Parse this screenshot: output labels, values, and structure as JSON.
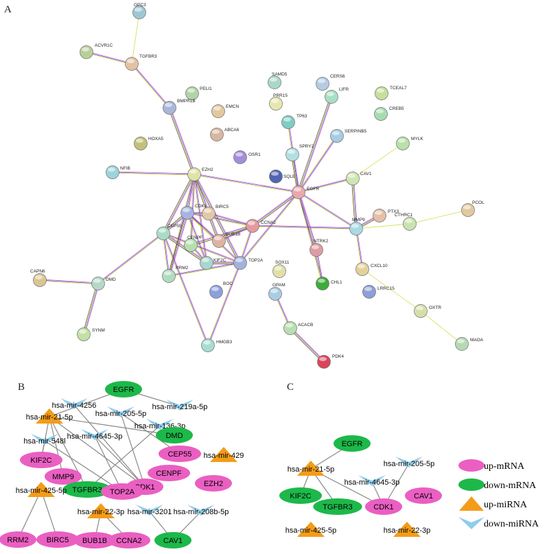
{
  "panels": {
    "a": "A",
    "b": "B",
    "c": "C"
  },
  "colors": {
    "up_mrna": "#ea5fc2",
    "down_mrna": "#1db84a",
    "up_mirna": "#f39c19",
    "down_mirna": "#8fcdec",
    "edge": "#888888"
  },
  "panel_a": {
    "nodes": [
      {
        "id": "GPC3",
        "label": "GPC3",
        "color": "#9fc7d3"
      },
      {
        "id": "ACVR1C",
        "label": "ACVR1C",
        "color": "#b9cf9b"
      },
      {
        "id": "TGFBR3",
        "label": "TGFBR3",
        "color": "#e3c2a4"
      },
      {
        "id": "PELI1",
        "label": "PELI1",
        "color": "#b2d3a8"
      },
      {
        "id": "BMPR1B",
        "label": "BMPR1B",
        "color": "#a8b7d9"
      },
      {
        "id": "EMCN",
        "label": "EMCN",
        "color": "#e2c8a0"
      },
      {
        "id": "ABCA6",
        "label": "ABCA6",
        "color": "#d8b7a0"
      },
      {
        "id": "HOXA5",
        "label": "HOXA5",
        "color": "#c4c07a"
      },
      {
        "id": "OSR1",
        "label": "OSR1",
        "color": "#a58ed9"
      },
      {
        "id": "NFIB",
        "label": "NFIB",
        "color": "#9ed3dc"
      },
      {
        "id": "EZH2",
        "label": "EZH2",
        "color": "#dfe3a6"
      },
      {
        "id": "SAMD5",
        "label": "SAMD5",
        "color": "#a9d8c8"
      },
      {
        "id": "PRR15",
        "label": "PRR15",
        "color": "#e8e6b0"
      },
      {
        "id": "CERS6",
        "label": "CERS6",
        "color": "#b4cce3"
      },
      {
        "id": "LIFR",
        "label": "LIFR",
        "color": "#a8dfc4"
      },
      {
        "id": "TCEAL7",
        "label": "TCEAL7",
        "color": "#c6df9a"
      },
      {
        "id": "CREB5",
        "label": "CREB5",
        "color": "#a8dcb0"
      },
      {
        "id": "TP63",
        "label": "TP63",
        "color": "#7fcdc4"
      },
      {
        "id": "SERPINB5",
        "label": "SERPINB5",
        "color": "#a7cce3"
      },
      {
        "id": "MYLK",
        "label": "MYLK",
        "color": "#b8e0a8"
      },
      {
        "id": "SPRY2",
        "label": "SPRY2",
        "color": "#b2dfe3"
      },
      {
        "id": "SQLE",
        "label": "SQLE",
        "color": "#5264b4"
      },
      {
        "id": "EGFR",
        "label": "EGFR",
        "color": "#e8a8b0"
      },
      {
        "id": "CAV1",
        "label": "CAV1",
        "color": "#cfe6b3"
      },
      {
        "id": "CDK1",
        "label": "CDK1",
        "color": "#a7b4e0"
      },
      {
        "id": "BIRC5",
        "label": "BIRC5",
        "color": "#e3c8a8"
      },
      {
        "id": "CCNA2",
        "label": "CCNA2",
        "color": "#e5999e"
      },
      {
        "id": "CEP55",
        "label": "CEP55",
        "color": "#a8dcc4"
      },
      {
        "id": "CENPF",
        "label": "CENPF",
        "color": "#b6dfb0"
      },
      {
        "id": "BUB1B",
        "label": "BUB1B",
        "color": "#dfb3a3"
      },
      {
        "id": "KIF2C",
        "label": "KIF2C",
        "color": "#a9d6cf"
      },
      {
        "id": "TOP2A",
        "label": "TOP2A",
        "color": "#a3b1dd"
      },
      {
        "id": "RRM2",
        "label": "RRM2",
        "color": "#b1dcbf"
      },
      {
        "id": "PTX3",
        "label": "PTX3",
        "color": "#e3c0a6"
      },
      {
        "id": "PCOL",
        "label": "PCOL",
        "color": "#e3c89f"
      },
      {
        "id": "CTHRC1",
        "label": "CTHRC1",
        "color": "#c8e3b0"
      },
      {
        "id": "MMP9",
        "label": "MMP9",
        "color": "#a9d9e3"
      },
      {
        "id": "NTRK2",
        "label": "NTRK2",
        "color": "#df9ca3"
      },
      {
        "id": "SOX11",
        "label": "SOX11",
        "color": "#e2e0a8"
      },
      {
        "id": "CHL1",
        "label": "CHL1",
        "color": "#3faa3c"
      },
      {
        "id": "CXCL10",
        "label": "CXCL10",
        "color": "#e3d19c"
      },
      {
        "id": "LRRC15",
        "label": "LRRC15",
        "color": "#8d9fd8"
      },
      {
        "id": "CAPN6",
        "label": "CAPN6",
        "color": "#d9c692"
      },
      {
        "id": "DMD",
        "label": "DMD",
        "color": "#b6d8c6"
      },
      {
        "id": "BOC",
        "label": "BOC",
        "color": "#8ea0db"
      },
      {
        "id": "GPAM",
        "label": "GPAM",
        "color": "#a9cde3"
      },
      {
        "id": "ACACB",
        "label": "ACACB",
        "color": "#b7dfb0"
      },
      {
        "id": "OXTR",
        "label": "OXTR",
        "color": "#d5e0a8"
      },
      {
        "id": "SYNM",
        "label": "SYNM",
        "color": "#c3e0a6"
      },
      {
        "id": "HMGB3",
        "label": "HMGB3",
        "color": "#a9dcd0"
      },
      {
        "id": "MAOA",
        "label": "MAOA",
        "color": "#b6d9b3"
      },
      {
        "id": "PDK4",
        "label": "PDK4",
        "color": "#d9465a"
      }
    ],
    "edges": [
      [
        "GPC3",
        "TGFBR3"
      ],
      [
        "ACVR1C",
        "TGFBR3"
      ],
      [
        "TGFBR3",
        "BMPR1B"
      ],
      [
        "BMPR1B",
        "EZH2"
      ],
      [
        "NFIB",
        "EZH2"
      ],
      [
        "EZH2",
        "CDK1"
      ],
      [
        "EZH2",
        "CEP55"
      ],
      [
        "EZH2",
        "KIF2C"
      ],
      [
        "EZH2",
        "RRM2"
      ],
      [
        "EZH2",
        "BIRC5"
      ],
      [
        "EZH2",
        "CENPF"
      ],
      [
        "EZH2",
        "EGFR"
      ],
      [
        "EZH2",
        "TOP2A"
      ],
      [
        "CDK1",
        "BIRC5"
      ],
      [
        "CDK1",
        "CCNA2"
      ],
      [
        "CDK1",
        "CEP55"
      ],
      [
        "CDK1",
        "KIF2C"
      ],
      [
        "CDK1",
        "TOP2A"
      ],
      [
        "CDK1",
        "RRM2"
      ],
      [
        "CDK1",
        "BUB1B"
      ],
      [
        "BIRC5",
        "CCNA2"
      ],
      [
        "BIRC5",
        "BUB1B"
      ],
      [
        "CCNA2",
        "TOP2A"
      ],
      [
        "CCNA2",
        "BUB1B"
      ],
      [
        "CEP55",
        "KIF2C"
      ],
      [
        "CEP55",
        "RRM2"
      ],
      [
        "CENPF",
        "KIF2C"
      ],
      [
        "KIF2C",
        "TOP2A"
      ],
      [
        "RRM2",
        "TOP2A"
      ],
      [
        "CEP55",
        "TOP2A"
      ],
      [
        "CENPF",
        "CCNA2"
      ],
      [
        "CEP55",
        "HMGB3"
      ],
      [
        "TOP2A",
        "HMGB3"
      ],
      [
        "CCNA2",
        "EGFR"
      ],
      [
        "TOP2A",
        "EGFR"
      ],
      [
        "CCNA2",
        "MMP9"
      ],
      [
        "LIFR",
        "EGFR"
      ],
      [
        "TP63",
        "EGFR"
      ],
      [
        "SERPINB5",
        "EGFR"
      ],
      [
        "SPRY2",
        "EGFR"
      ],
      [
        "EGFR",
        "CAV1"
      ],
      [
        "EGFR",
        "MMP9"
      ],
      [
        "EGFR",
        "NTRK2"
      ],
      [
        "EGFR",
        "CHL1"
      ],
      [
        "CAV1",
        "MYLK"
      ],
      [
        "CAV1",
        "MMP9"
      ],
      [
        "MMP9",
        "CTHRC1"
      ],
      [
        "CTHRC1",
        "PCOL"
      ],
      [
        "MMP9",
        "PTX3"
      ],
      [
        "MMP9",
        "CXCL10"
      ],
      [
        "CXCL10",
        "OXTR"
      ],
      [
        "OXTR",
        "MAOA"
      ],
      [
        "NTRK2",
        "CHL1"
      ],
      [
        "CAPN6",
        "DMD"
      ],
      [
        "DMD",
        "SYNM"
      ],
      [
        "DMD",
        "CEP55"
      ],
      [
        "GPAM",
        "ACACB"
      ],
      [
        "ACACB",
        "PDK4"
      ]
    ]
  },
  "panel_b": {
    "nodes": [
      {
        "id": "EGFR",
        "label": "EGFR",
        "type": "down_mrna"
      },
      {
        "id": "mir4256",
        "label": "hsa-mir-4256",
        "type": "down_mirna"
      },
      {
        "id": "mir219a",
        "label": "hsa-mir-219a-5p",
        "type": "down_mirna"
      },
      {
        "id": "mir21",
        "label": "hsa-mir-21-5p",
        "type": "up_mirna"
      },
      {
        "id": "mir205",
        "label": "hsa-mir-205-5p",
        "type": "down_mirna"
      },
      {
        "id": "mir136",
        "label": "hsa-mir-136-3p",
        "type": "down_mirna"
      },
      {
        "id": "DMD",
        "label": "DMD",
        "type": "down_mrna"
      },
      {
        "id": "mir548",
        "label": "hsa-mir-548l",
        "type": "down_mirna"
      },
      {
        "id": "mir4645",
        "label": "hsa-mir-4645-3p",
        "type": "down_mirna"
      },
      {
        "id": "CEP55",
        "label": "CEP55",
        "type": "up_mrna"
      },
      {
        "id": "mir429",
        "label": "hsa-mir-429",
        "type": "up_mirna"
      },
      {
        "id": "KIF2C",
        "label": "KIF2C",
        "type": "up_mrna"
      },
      {
        "id": "CENPF",
        "label": "CENPF",
        "type": "up_mrna"
      },
      {
        "id": "MMP9",
        "label": "MMP9",
        "type": "up_mrna"
      },
      {
        "id": "EZH2",
        "label": "EZH2",
        "type": "up_mrna"
      },
      {
        "id": "CDK1",
        "label": "CDK1",
        "type": "up_mrna"
      },
      {
        "id": "TGFBR3",
        "label": "TGFBR3",
        "type": "down_mrna"
      },
      {
        "id": "TOP2A",
        "label": "TOP2A",
        "type": "up_mrna"
      },
      {
        "id": "mir425",
        "label": "hsa-mir-425-5p",
        "type": "up_mirna"
      },
      {
        "id": "mir22",
        "label": "hsa-mir-22-3p",
        "type": "up_mirna"
      },
      {
        "id": "mir3201",
        "label": "hsa-mir-3201",
        "type": "down_mirna"
      },
      {
        "id": "mir208b",
        "label": "hsa-mir-208b-5p",
        "type": "down_mirna"
      },
      {
        "id": "RRM2",
        "label": "RRM2",
        "type": "up_mrna"
      },
      {
        "id": "BIRC5",
        "label": "BIRC5",
        "type": "up_mrna"
      },
      {
        "id": "BUB1B",
        "label": "BUB1B",
        "type": "up_mrna"
      },
      {
        "id": "CCNA2",
        "label": "CCNA2",
        "type": "up_mrna"
      },
      {
        "id": "CAV1",
        "label": "CAV1",
        "type": "down_mrna"
      }
    ],
    "edges": [
      [
        "EGFR",
        "mir21"
      ],
      [
        "EGFR",
        "mir219a"
      ],
      [
        "mir4256",
        "CDK1"
      ],
      [
        "mir21",
        "KIF2C"
      ],
      [
        "mir21",
        "MMP9"
      ],
      [
        "mir21",
        "TGFBR3"
      ],
      [
        "mir21",
        "CDK1"
      ],
      [
        "mir21",
        "DMD"
      ],
      [
        "mir205",
        "CEP55"
      ],
      [
        "mir136",
        "TGFBR3"
      ],
      [
        "mir4645",
        "TOP2A"
      ],
      [
        "mir4645",
        "CDK1"
      ],
      [
        "mir548",
        "KIF2C"
      ],
      [
        "mir548",
        "TOP2A"
      ],
      [
        "mir205",
        "CDK1"
      ],
      [
        "mir425",
        "RRM2"
      ],
      [
        "mir425",
        "BIRC5"
      ],
      [
        "mir22",
        "BUB1B"
      ],
      [
        "mir22",
        "CCNA2"
      ],
      [
        "mir3201",
        "CAV1"
      ],
      [
        "mir208b",
        "CAV1"
      ]
    ]
  },
  "panel_c": {
    "nodes": [
      {
        "id": "EGFR",
        "label": "EGFR",
        "type": "down_mrna"
      },
      {
        "id": "mir205",
        "label": "hsa-mir-205-5p",
        "type": "down_mirna"
      },
      {
        "id": "mir21",
        "label": "hsa-mir-21-5p",
        "type": "up_mirna"
      },
      {
        "id": "mir4645",
        "label": "hsa-mir-4645-3p",
        "type": "down_mirna"
      },
      {
        "id": "KIF2C",
        "label": "KIF2C",
        "type": "down_mrna"
      },
      {
        "id": "TGFBR3",
        "label": "TGFBR3",
        "type": "down_mrna"
      },
      {
        "id": "CDK1",
        "label": "CDK1",
        "type": "up_mrna"
      },
      {
        "id": "CAV1",
        "label": "CAV1",
        "type": "up_mrna"
      },
      {
        "id": "mir425",
        "label": "hsa-mir-425-5p",
        "type": "up_mirna"
      },
      {
        "id": "mir22",
        "label": "hsa-mir-22-3p",
        "type": "up_mirna"
      }
    ],
    "edges": [
      [
        "EGFR",
        "mir21"
      ],
      [
        "mir21",
        "KIF2C"
      ],
      [
        "mir21",
        "TGFBR3"
      ],
      [
        "mir21",
        "CDK1"
      ],
      [
        "mir4645",
        "CDK1"
      ],
      [
        "mir205",
        "CDK1"
      ]
    ]
  },
  "legend": [
    {
      "type": "up_mrna",
      "label": "up-mRNA"
    },
    {
      "type": "down_mrna",
      "label": "down-mRNA"
    },
    {
      "type": "up_mirna",
      "label": "up-miRNA"
    },
    {
      "type": "down_mirna",
      "label": "down-miRNA"
    }
  ]
}
